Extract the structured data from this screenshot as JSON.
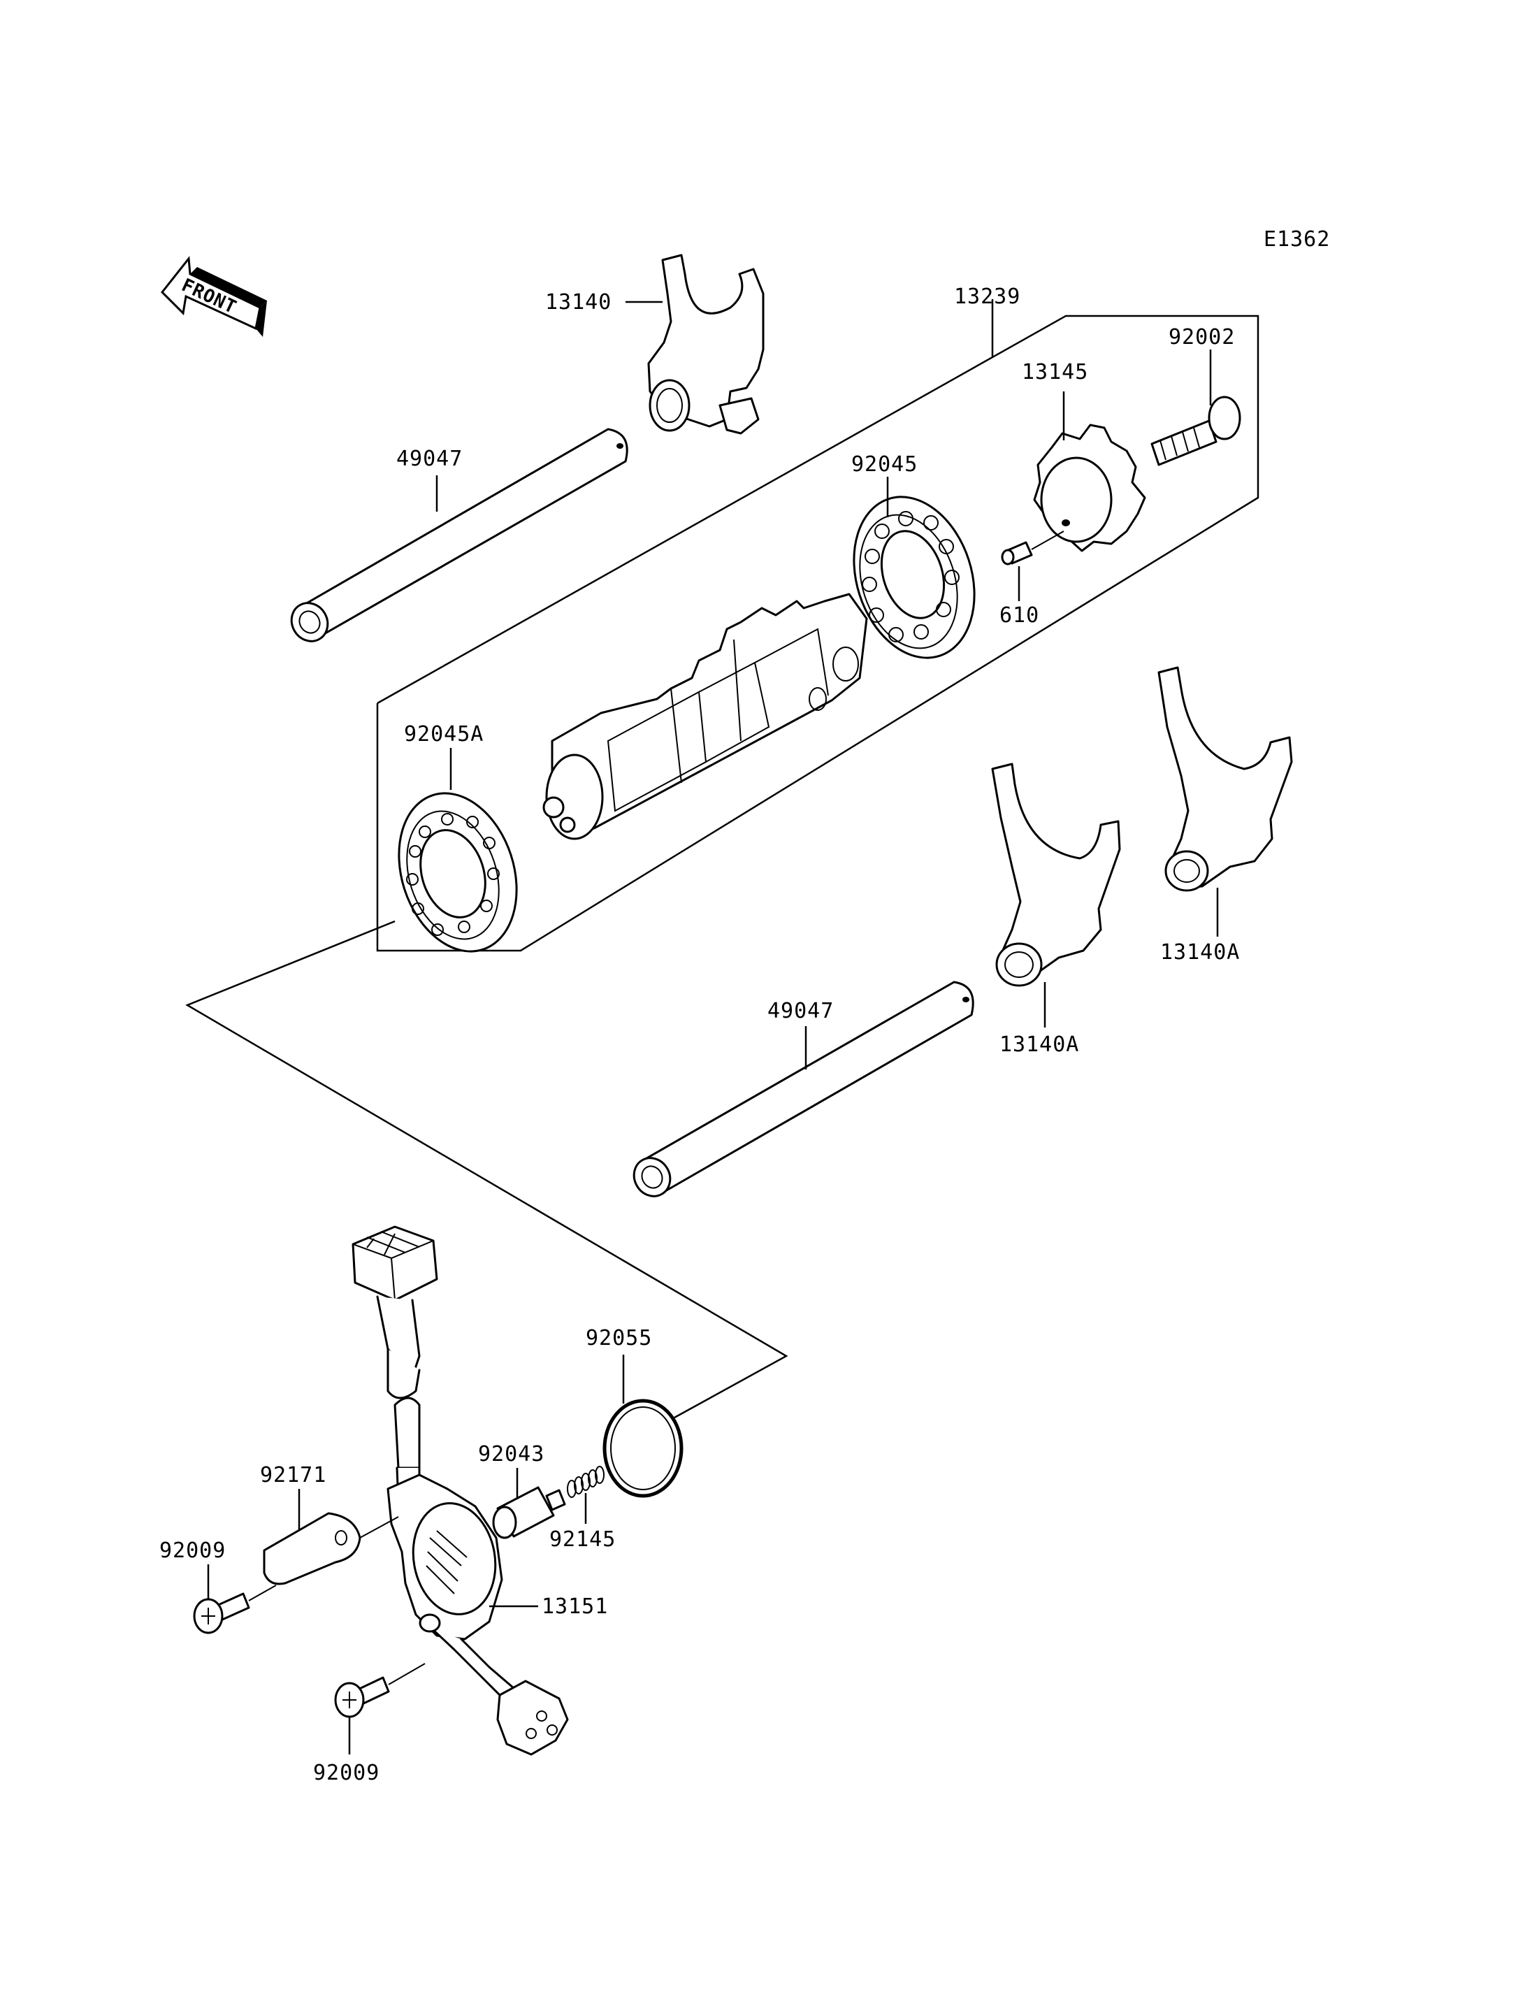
{
  "diagram": {
    "code": "E1362",
    "front_label": "FRONT",
    "callouts": {
      "shift_fork_top": "13140",
      "drum_assembly": "13239",
      "bolt_top": "92002",
      "shaft_upper": "49047",
      "star_plate": "13145",
      "bearing_right": "92045",
      "pin": "610",
      "bearing_left": "92045A",
      "fork_right_upper": "13140A",
      "fork_right_lower": "13140A",
      "shaft_lower": "49047",
      "o_ring": "92055",
      "pin_spring_holder": "92043",
      "clamp": "92171",
      "spring": "92145",
      "screw_left": "92009",
      "neutral_switch": "13151",
      "screw_bottom": "92009"
    }
  }
}
